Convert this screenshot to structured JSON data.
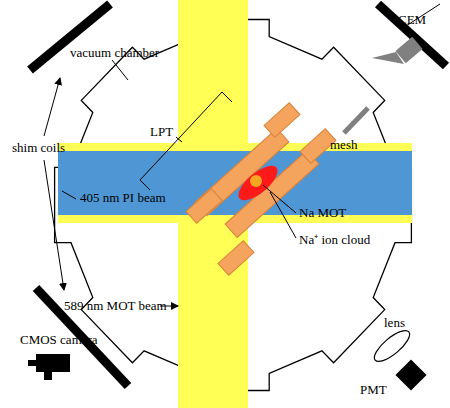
{
  "diagram": {
    "labels": [
      "shim coils",
      "vacuum chamber",
      "CEM",
      "mesh",
      "LPT",
      "405 nm PI beam",
      "Na MOT",
      "Na⁺ ion cloud",
      "589 nm MOT beam",
      "CMOS camera",
      "lens",
      "PMT"
    ]
  }
}
